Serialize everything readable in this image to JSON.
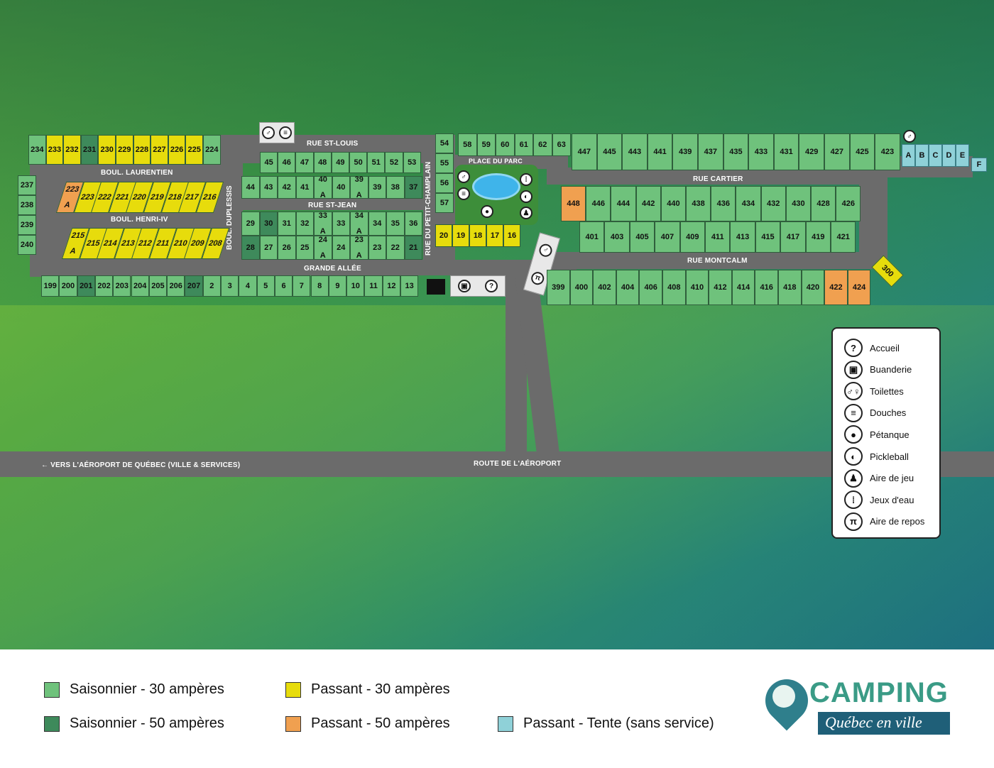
{
  "roads": {
    "rue_st_louis": "RUE ST-LOUIS",
    "boul_laurentien": "BOUL. LAURENTIEN",
    "boul_henri_iv": "BOUL. HENRI-IV",
    "rue_st_jean": "RUE ST-JEAN",
    "boul_duplessis": "BOUL. DUPLESSIS",
    "rue_petit_champlain": "RUE DU PETIT-CHAMPLAIN",
    "grande_allee": "GRANDE ALLÉE",
    "place_du_parc": "PLACE DU PARC",
    "rue_cartier": "RUE CARTIER",
    "rue_montcalm": "RUE MONTCALM",
    "route_aeroport": "ROUTE DE L'AÉROPORT",
    "vers_aeroport": "← VERS L'AÉROPORT DE QUÉBEC (VILLE & SERVICES)"
  },
  "lots": [
    {
      "n": "234",
      "c": "s30"
    },
    {
      "n": "233",
      "c": "p30"
    },
    {
      "n": "232",
      "c": "p30"
    },
    {
      "n": "231",
      "c": "s50"
    },
    {
      "n": "230",
      "c": "p30"
    },
    {
      "n": "229",
      "c": "p30"
    },
    {
      "n": "228",
      "c": "p30"
    },
    {
      "n": "227",
      "c": "p30"
    },
    {
      "n": "226",
      "c": "p30"
    },
    {
      "n": "225",
      "c": "p30"
    },
    {
      "n": "224",
      "c": "s30"
    },
    {
      "n": "237",
      "c": "s30"
    },
    {
      "n": "238",
      "c": "s30"
    },
    {
      "n": "239",
      "c": "s30"
    },
    {
      "n": "240",
      "c": "s30"
    },
    {
      "n": "223\nA",
      "c": "p50"
    },
    {
      "n": "223",
      "c": "p30"
    },
    {
      "n": "222",
      "c": "p30"
    },
    {
      "n": "221",
      "c": "p30"
    },
    {
      "n": "220",
      "c": "p30"
    },
    {
      "n": "219",
      "c": "p30"
    },
    {
      "n": "218",
      "c": "p30"
    },
    {
      "n": "217",
      "c": "p30"
    },
    {
      "n": "216",
      "c": "p30"
    },
    {
      "n": "215\nA",
      "c": "p30"
    },
    {
      "n": "215",
      "c": "p30"
    },
    {
      "n": "214",
      "c": "p30"
    },
    {
      "n": "213",
      "c": "p30"
    },
    {
      "n": "212",
      "c": "p30"
    },
    {
      "n": "211",
      "c": "p30"
    },
    {
      "n": "210",
      "c": "p30"
    },
    {
      "n": "209",
      "c": "p30"
    },
    {
      "n": "208",
      "c": "p30"
    },
    {
      "n": "45",
      "c": "s30"
    },
    {
      "n": "46",
      "c": "s30"
    },
    {
      "n": "47",
      "c": "s30"
    },
    {
      "n": "48",
      "c": "s30"
    },
    {
      "n": "49",
      "c": "s30"
    },
    {
      "n": "50",
      "c": "s30"
    },
    {
      "n": "51",
      "c": "s30"
    },
    {
      "n": "52",
      "c": "s30"
    },
    {
      "n": "53",
      "c": "s30"
    },
    {
      "n": "44",
      "c": "s30"
    },
    {
      "n": "43",
      "c": "s30"
    },
    {
      "n": "42",
      "c": "s30"
    },
    {
      "n": "41",
      "c": "s30"
    },
    {
      "n": "40\nA",
      "c": "s30"
    },
    {
      "n": "40",
      "c": "s30"
    },
    {
      "n": "39\nA",
      "c": "s30"
    },
    {
      "n": "39",
      "c": "s30"
    },
    {
      "n": "38",
      "c": "s30"
    },
    {
      "n": "37",
      "c": "s50"
    },
    {
      "n": "29",
      "c": "s30"
    },
    {
      "n": "30",
      "c": "s50"
    },
    {
      "n": "31",
      "c": "s30"
    },
    {
      "n": "32",
      "c": "s30"
    },
    {
      "n": "33\nA",
      "c": "s30"
    },
    {
      "n": "33",
      "c": "s30"
    },
    {
      "n": "34\nA",
      "c": "s30"
    },
    {
      "n": "34",
      "c": "s30"
    },
    {
      "n": "35",
      "c": "s30"
    },
    {
      "n": "36",
      "c": "s30"
    },
    {
      "n": "28",
      "c": "s50"
    },
    {
      "n": "27",
      "c": "s30"
    },
    {
      "n": "26",
      "c": "s30"
    },
    {
      "n": "25",
      "c": "s30"
    },
    {
      "n": "24\nA",
      "c": "s30"
    },
    {
      "n": "24",
      "c": "s30"
    },
    {
      "n": "23\nA",
      "c": "s30"
    },
    {
      "n": "23",
      "c": "s30"
    },
    {
      "n": "22",
      "c": "s30"
    },
    {
      "n": "21",
      "c": "s50"
    },
    {
      "n": "199",
      "c": "s30"
    },
    {
      "n": "200",
      "c": "s30"
    },
    {
      "n": "201",
      "c": "s50"
    },
    {
      "n": "202",
      "c": "s30"
    },
    {
      "n": "203",
      "c": "s30"
    },
    {
      "n": "204",
      "c": "s30"
    },
    {
      "n": "205",
      "c": "s30"
    },
    {
      "n": "206",
      "c": "s30"
    },
    {
      "n": "207",
      "c": "s50"
    },
    {
      "n": "2",
      "c": "s30"
    },
    {
      "n": "3",
      "c": "s30"
    },
    {
      "n": "4",
      "c": "s30"
    },
    {
      "n": "5",
      "c": "s30"
    },
    {
      "n": "6",
      "c": "s30"
    },
    {
      "n": "7",
      "c": "s30"
    },
    {
      "n": "8",
      "c": "s30"
    },
    {
      "n": "9",
      "c": "s30"
    },
    {
      "n": "10",
      "c": "s30"
    },
    {
      "n": "11",
      "c": "s30"
    },
    {
      "n": "12",
      "c": "s30"
    },
    {
      "n": "13",
      "c": "s30"
    },
    {
      "n": "54",
      "c": "s30"
    },
    {
      "n": "55",
      "c": "s30"
    },
    {
      "n": "56",
      "c": "s30"
    },
    {
      "n": "57",
      "c": "s30"
    },
    {
      "n": "20",
      "c": "p30"
    },
    {
      "n": "19",
      "c": "p30"
    },
    {
      "n": "18",
      "c": "p30"
    },
    {
      "n": "17",
      "c": "p30"
    },
    {
      "n": "16",
      "c": "p30"
    },
    {
      "n": "58",
      "c": "s30"
    },
    {
      "n": "59",
      "c": "s30"
    },
    {
      "n": "60",
      "c": "s30"
    },
    {
      "n": "61",
      "c": "s30"
    },
    {
      "n": "62",
      "c": "s30"
    },
    {
      "n": "63",
      "c": "s30"
    },
    {
      "n": "447",
      "c": "s30"
    },
    {
      "n": "445",
      "c": "s30"
    },
    {
      "n": "443",
      "c": "s30"
    },
    {
      "n": "441",
      "c": "s30"
    },
    {
      "n": "439",
      "c": "s30"
    },
    {
      "n": "437",
      "c": "s30"
    },
    {
      "n": "435",
      "c": "s30"
    },
    {
      "n": "433",
      "c": "s30"
    },
    {
      "n": "431",
      "c": "s30"
    },
    {
      "n": "429",
      "c": "s30"
    },
    {
      "n": "427",
      "c": "s30"
    },
    {
      "n": "425",
      "c": "s30"
    },
    {
      "n": "423",
      "c": "s30"
    },
    {
      "n": "A",
      "c": "tent"
    },
    {
      "n": "B",
      "c": "tent"
    },
    {
      "n": "C",
      "c": "tent"
    },
    {
      "n": "D",
      "c": "tent"
    },
    {
      "n": "E",
      "c": "tent"
    },
    {
      "n": "F",
      "c": "tent"
    },
    {
      "n": "448",
      "c": "p50"
    },
    {
      "n": "446",
      "c": "s30"
    },
    {
      "n": "444",
      "c": "s30"
    },
    {
      "n": "442",
      "c": "s30"
    },
    {
      "n": "440",
      "c": "s30"
    },
    {
      "n": "438",
      "c": "s30"
    },
    {
      "n": "436",
      "c": "s30"
    },
    {
      "n": "434",
      "c": "s30"
    },
    {
      "n": "432",
      "c": "s30"
    },
    {
      "n": "430",
      "c": "s30"
    },
    {
      "n": "428",
      "c": "s30"
    },
    {
      "n": "426",
      "c": "s30"
    },
    {
      "n": "401",
      "c": "s30"
    },
    {
      "n": "403",
      "c": "s30"
    },
    {
      "n": "405",
      "c": "s30"
    },
    {
      "n": "407",
      "c": "s30"
    },
    {
      "n": "409",
      "c": "s30"
    },
    {
      "n": "411",
      "c": "s30"
    },
    {
      "n": "413",
      "c": "s30"
    },
    {
      "n": "415",
      "c": "s30"
    },
    {
      "n": "417",
      "c": "s30"
    },
    {
      "n": "419",
      "c": "s30"
    },
    {
      "n": "421",
      "c": "s30"
    },
    {
      "n": "399",
      "c": "s30"
    },
    {
      "n": "400",
      "c": "s30"
    },
    {
      "n": "402",
      "c": "s30"
    },
    {
      "n": "404",
      "c": "s30"
    },
    {
      "n": "406",
      "c": "s30"
    },
    {
      "n": "408",
      "c": "s30"
    },
    {
      "n": "410",
      "c": "s30"
    },
    {
      "n": "412",
      "c": "s30"
    },
    {
      "n": "414",
      "c": "s30"
    },
    {
      "n": "416",
      "c": "s30"
    },
    {
      "n": "418",
      "c": "s30"
    },
    {
      "n": "420",
      "c": "s30"
    },
    {
      "n": "422",
      "c": "p50"
    },
    {
      "n": "424",
      "c": "p50"
    },
    {
      "n": "300",
      "c": "p30"
    }
  ],
  "legend_amenities": [
    {
      "icon": "accueil-icon",
      "glyph": "?",
      "label": "Accueil"
    },
    {
      "icon": "buanderie-icon",
      "glyph": "▣",
      "label": "Buanderie"
    },
    {
      "icon": "toilettes-icon",
      "glyph": "♂♀",
      "label": "Toilettes"
    },
    {
      "icon": "douches-icon",
      "glyph": "≡",
      "label": "Douches"
    },
    {
      "icon": "petanque-icon",
      "glyph": "●",
      "label": "Pétanque"
    },
    {
      "icon": "pickleball-icon",
      "glyph": "◐",
      "label": "Pickleball"
    },
    {
      "icon": "aire-de-jeu-icon",
      "glyph": "♟",
      "label": "Aire de jeu"
    },
    {
      "icon": "jeux-d-eau-icon",
      "glyph": "⁞",
      "label": "Jeux d'eau"
    },
    {
      "icon": "aire-de-repos-icon",
      "glyph": "π",
      "label": "Aire de repos"
    }
  ],
  "legend_lots": [
    {
      "color": "#6fc27c",
      "label": "Saisonnier - 30 ampères"
    },
    {
      "color": "#3e8a5b",
      "label": "Saisonnier - 50 ampères"
    },
    {
      "color": "#e7dc0c",
      "label": "Passant - 30 ampères"
    },
    {
      "color": "#f0a050",
      "label": "Passant - 50 ampères"
    },
    {
      "color": "#8fd1d8",
      "label": "Passant - Tente (sans service)"
    }
  ],
  "logo": {
    "camping": "CAMPING",
    "tagline": "Québec en ville"
  }
}
